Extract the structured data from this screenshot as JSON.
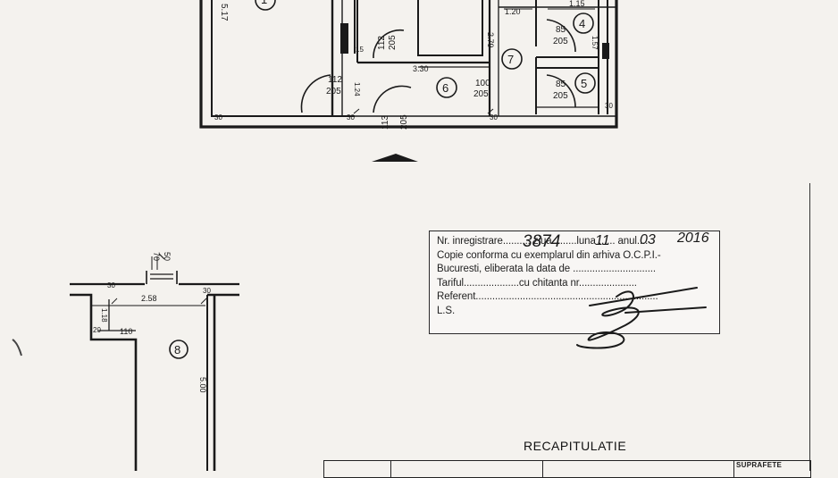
{
  "plan_upper": {
    "rooms": [
      {
        "label": "1"
      },
      {
        "label": "4"
      },
      {
        "label": "5"
      },
      {
        "label": "6"
      },
      {
        "label": "7"
      }
    ],
    "dims": {
      "d_517": "5.17",
      "d_120": "1.20",
      "d_115": "1.15",
      "d_85a": "85",
      "d_205a": "205",
      "d_85b": "85",
      "d_205b": "205",
      "d_112a": "112",
      "d_205c": "205",
      "d_112b": "112",
      "d_205d": "205",
      "d_113": "113",
      "d_205e": "205",
      "d_100": "100",
      "d_205f": "205",
      "d_330": "3.30",
      "d_279": "2.79",
      "d_124": "1.24",
      "d_157": "1.57",
      "d_15": "15",
      "d_30a": "30",
      "d_30b": "30",
      "d_30c": "30",
      "d_30d": "30"
    }
  },
  "plan_lower": {
    "rooms": [
      {
        "label": "8"
      }
    ],
    "dims": {
      "d_70": "70",
      "d_50": "50",
      "d_258": "2.58",
      "d_110": "110",
      "d_118": "1.18",
      "d_500": "5.00",
      "d_30a": "30",
      "d_30b": "30",
      "d_20": "20"
    }
  },
  "stamp": {
    "line1": "Nr. inregistrare.......... ziua ........luna ...... anul....",
    "line2": "Copie conforma cu exemplarul din arhiva O.C.P.I.-",
    "line3": "Bucuresti, eliberata la data de ..............................",
    "line4": "Tariful....................cu chitanta nr.....................",
    "line5": "Referent..................................................................",
    "line6": "L.S.",
    "handwritten_number": "3874",
    "handwritten_day": "11",
    "handwritten_month": "03",
    "handwritten_year": "2016"
  },
  "recap": {
    "title": "RECAPITULATIE",
    "col_header": "SUPRAFETE"
  }
}
